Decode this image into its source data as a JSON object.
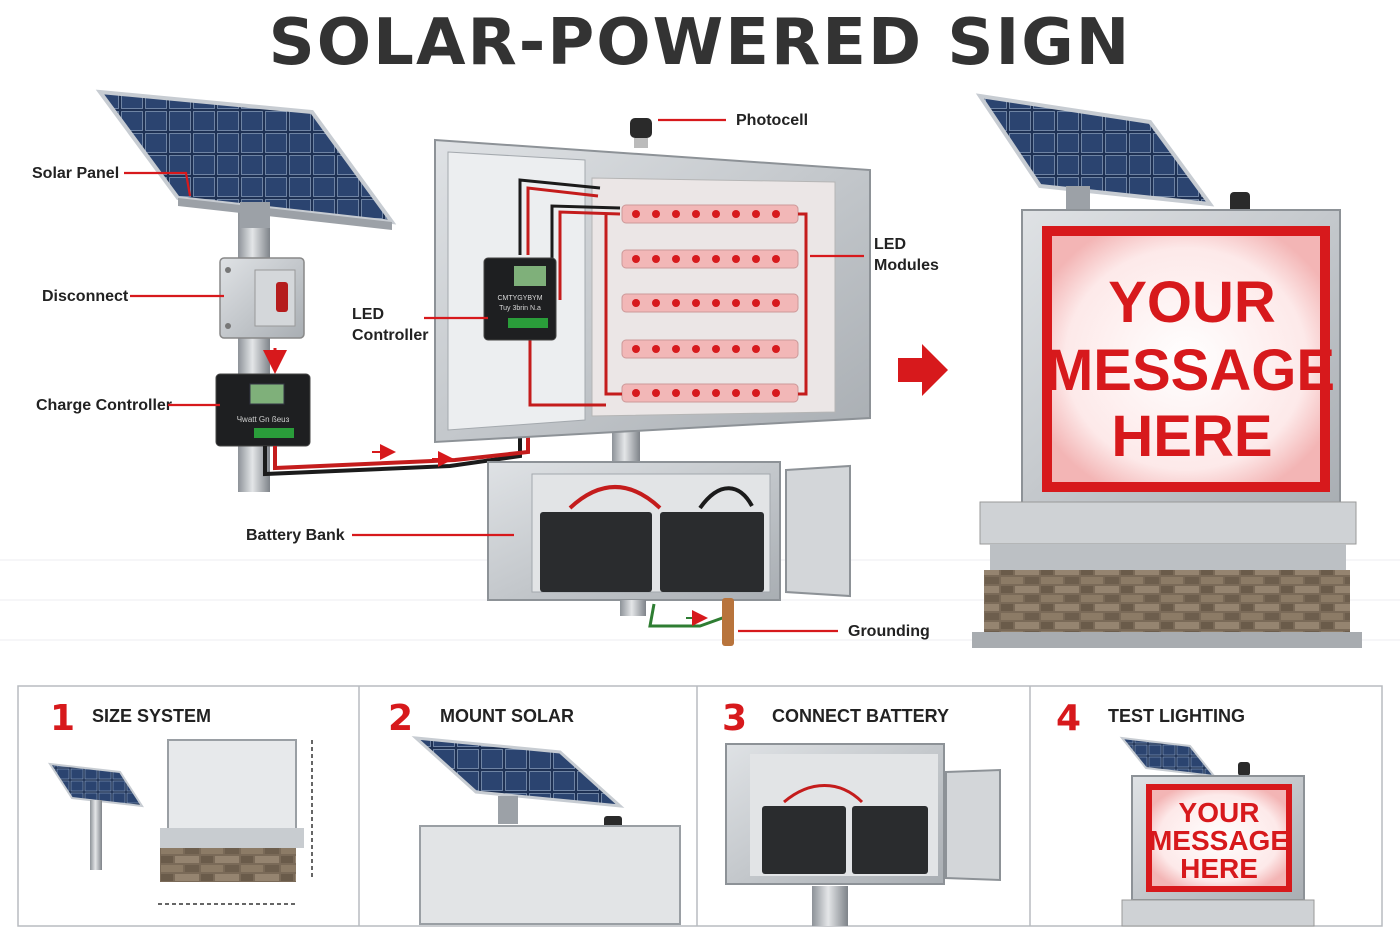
{
  "title": "SOLAR-POWERED SIGN",
  "labels": {
    "solar_panel": "Solar Panel",
    "disconnect": "Disconnect",
    "charge_controller": "Charge Controller",
    "photocell": "Photocell",
    "led_controller_1": "LED",
    "led_controller_2": "Controller",
    "led_modules_1": "LED",
    "led_modules_2": "Modules",
    "battery_bank": "Battery Bank",
    "grounding": "Grounding"
  },
  "device_text": {
    "charge_controller_brand": "Чwatt Gn ßeuɜ",
    "led_controller_line1": "CMTYGYBYM",
    "led_controller_line2": "Tuy 3brin N.a"
  },
  "sign_message": [
    "YOUR",
    "MESSAGE",
    "HERE"
  ],
  "steps": [
    {
      "number": "1",
      "label": "SIZE SYSTEM"
    },
    {
      "number": "2",
      "label": "MOUNT SOLAR"
    },
    {
      "number": "3",
      "label": "CONNECT BATTERY"
    },
    {
      "number": "4",
      "label": "TEST LIGHTING"
    }
  ],
  "colors": {
    "accent": "#d7191c",
    "title": "#333333",
    "steel": "#c4c8cc",
    "panel": "#1e3154",
    "stone": "#7a6a58"
  }
}
